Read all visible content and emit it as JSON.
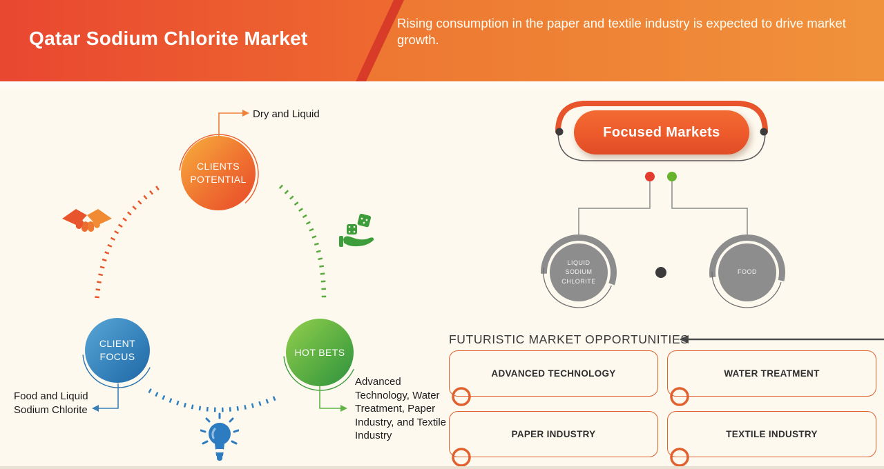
{
  "banner": {
    "title": "Qatar Sodium Chlorite Market",
    "subtitle": "Rising consumption in the paper and textile industry is expected to drive market growth."
  },
  "diagram": {
    "clients_potential": {
      "label": "CLIENTS POTENTIAL",
      "callout": "Dry and Liquid"
    },
    "client_focus": {
      "label": "CLIENT FOCUS",
      "callout": "Food and Liquid Sodium Chlorite"
    },
    "hot_bets": {
      "label": "HOT BETS",
      "callout": "Advanced Technology, Water Treatment, Paper Industry, and Textile Industry"
    }
  },
  "focused_markets": {
    "title": "Focused Markets",
    "segments": [
      {
        "label": "LIQUID SODIUM CHLORITE"
      },
      {
        "label": "FOOD"
      }
    ]
  },
  "opportunities": {
    "heading": "FUTURISTIC MARKET OPPORTUNITIES",
    "items": [
      "ADVANCED TECHNOLOGY",
      "WATER TREATMENT",
      "PAPER INDUSTRY",
      "TEXTILE INDUSTRY"
    ]
  },
  "icons": {
    "handshake": "handshake-icon",
    "dice_hand": "dice-in-hand-icon",
    "lightbulb": "lightbulb-icon"
  },
  "colors": {
    "banner_left": "#e94730",
    "banner_right": "#f0913a",
    "banner_stripe": "#d83b28",
    "accent_orange": "#ee5a2b",
    "accent_blue": "#2d7cc1",
    "accent_green": "#4aa33c",
    "gray_node": "#8d8d8d",
    "red_dot": "#e23c2f",
    "green_dot": "#66b32d",
    "background": "#fdf9ee"
  }
}
